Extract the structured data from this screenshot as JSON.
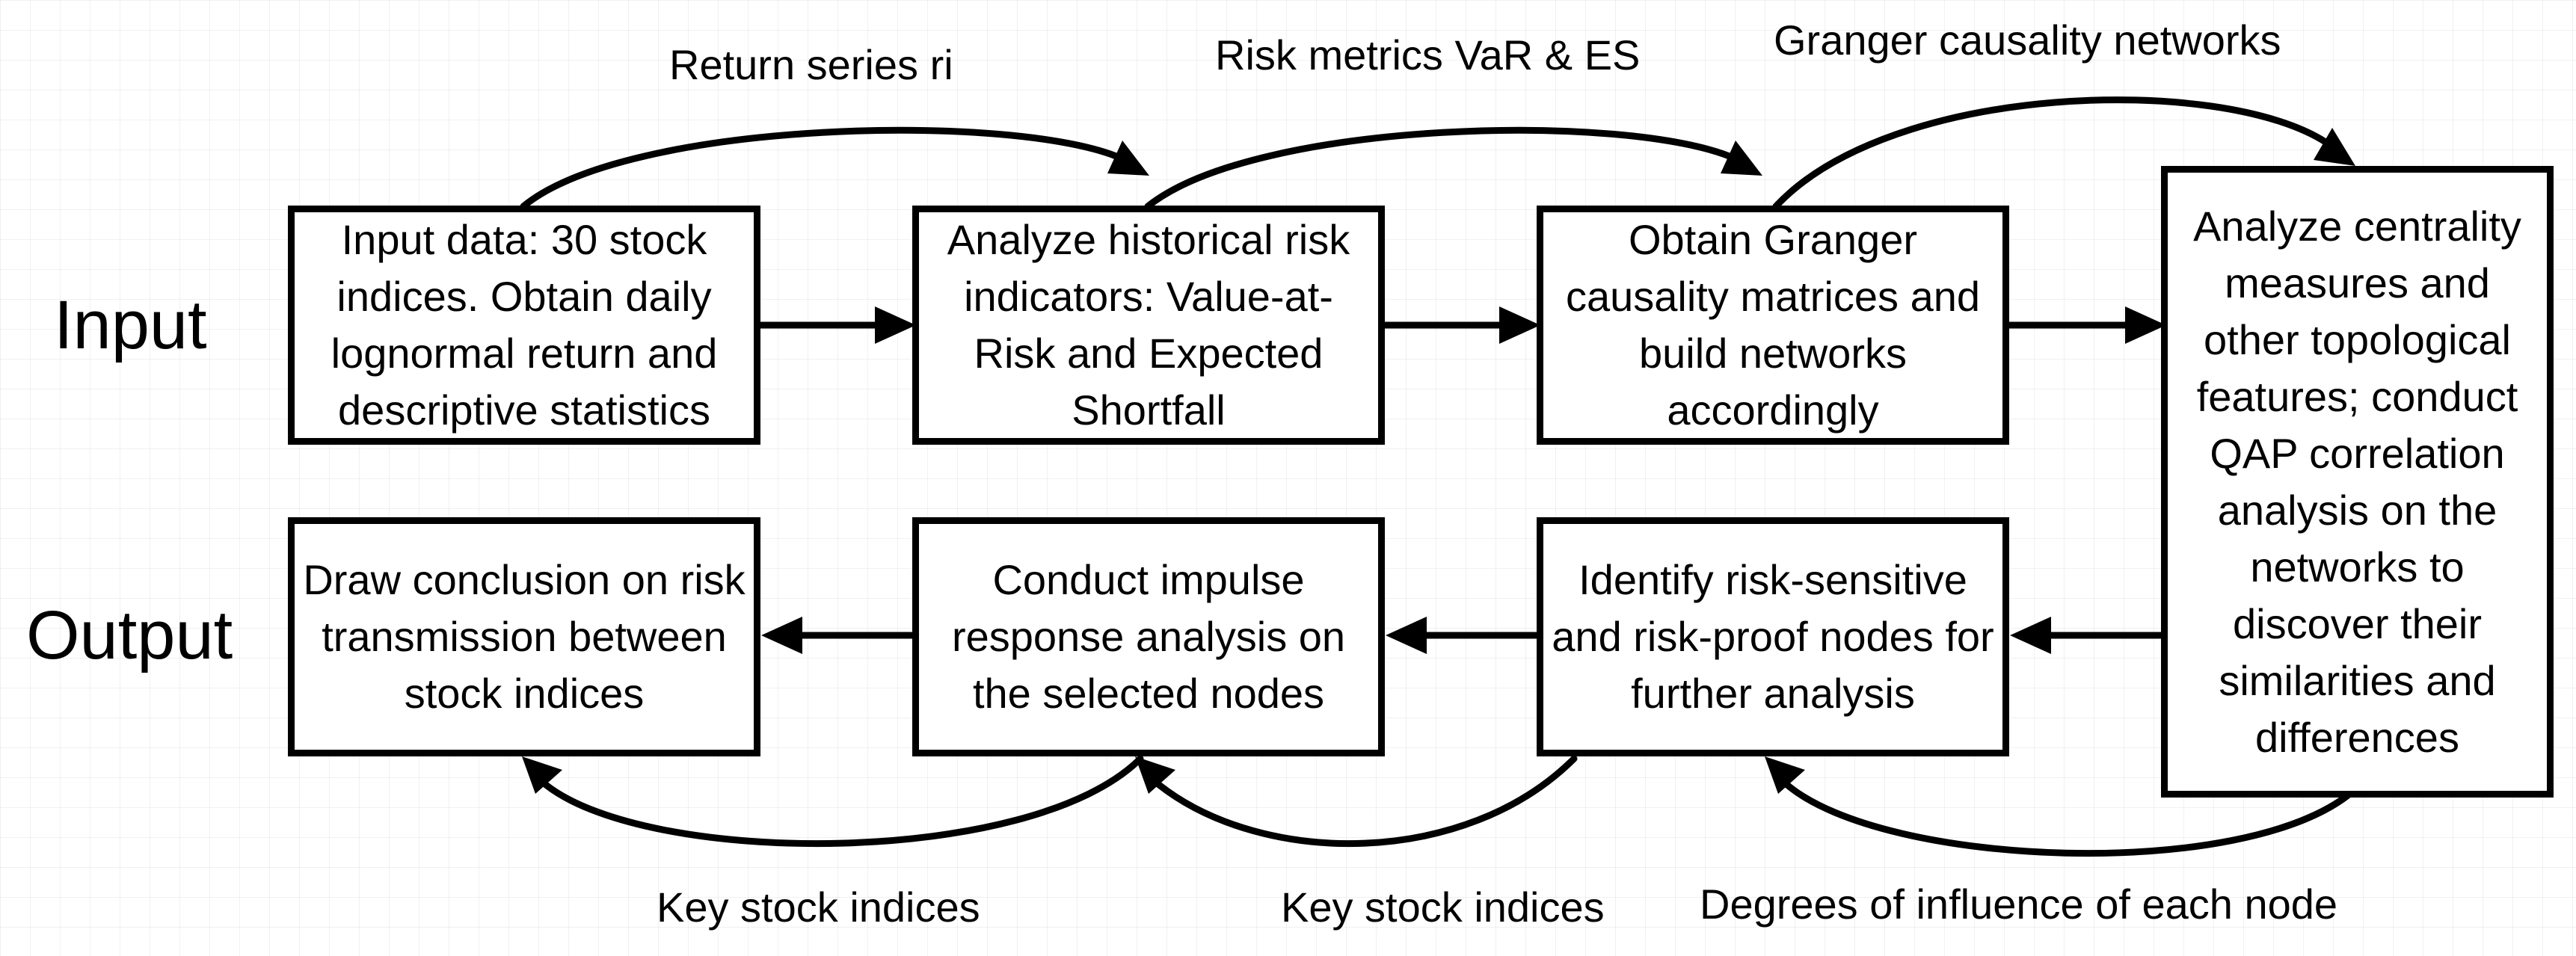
{
  "side_labels": {
    "input": "Input",
    "output": "Output"
  },
  "steps": {
    "input_data": "Input data: 30 stock indices. Obtain daily lognormal return and descriptive statistics",
    "risk_indicators": "Analyze historical risk indicators: Value-at-Risk and Expected Shortfall",
    "granger_networks": "Obtain Granger causality matrices and build networks accordingly",
    "centrality_qap": "Analyze centrality measures and other topological features; conduct QAP correlation analysis on the networks to discover their similarities and differences",
    "identify_nodes": "Identify risk-sensitive and risk-proof nodes for further analysis",
    "impulse_response": "Conduct impulse response analysis on the selected nodes",
    "conclusion": "Draw conclusion on risk transmission between stock indices"
  },
  "edge_labels": {
    "return_series": "Return series ri",
    "risk_metrics": "Risk metrics VaR & ES",
    "granger_networks": "Granger causality networks",
    "key_indices_left": "Key stock indices",
    "key_indices_middle": "Key stock indices",
    "degrees_of_influence": "Degrees of influence of each node"
  },
  "colors": {
    "stroke": "#000000",
    "background": "#ffffff"
  }
}
